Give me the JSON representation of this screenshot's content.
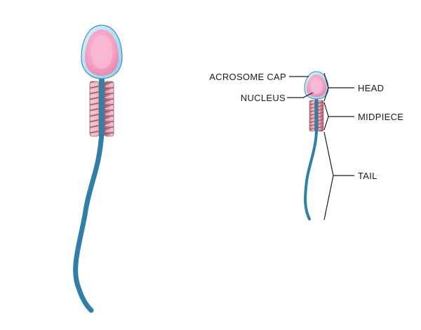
{
  "labels": {
    "acrosome": "ACROSOME CAP",
    "nucleus": "NUCLEUS",
    "head": "HEAD",
    "midpiece": "MIDPIECE",
    "tail": "TAIL"
  },
  "colors": {
    "tail": "#2f7fa6",
    "tail_dark": "#1f6387",
    "acrosome_outline": "#8fd3ee",
    "head_pink": "#f6a3c6",
    "nucleus_pink": "#ee7fae",
    "midpiece_band": "#e8a4b4",
    "midpiece_dark": "#c07082",
    "leader": "#1a1a1a"
  }
}
